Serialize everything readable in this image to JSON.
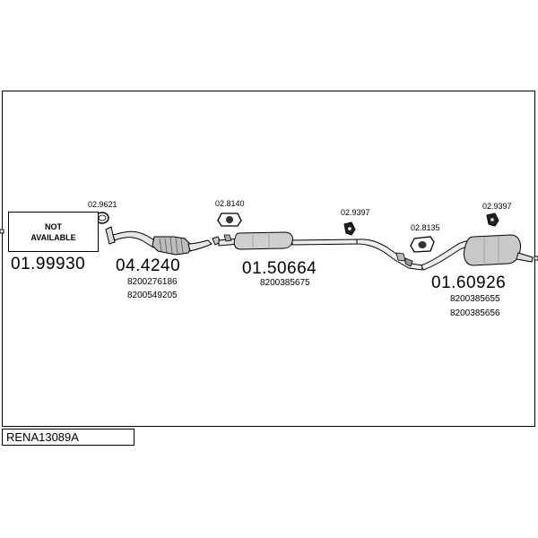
{
  "diagram": {
    "code": "RENA13089A",
    "not_available": "NOT AVAILABLE",
    "parts": [
      {
        "number": "01.99930"
      },
      {
        "number": "04.4240",
        "oem": [
          "8200276186",
          "8200549205"
        ]
      },
      {
        "number": "01.50664",
        "oem": [
          "8200385675"
        ]
      },
      {
        "number": "01.60926",
        "oem": [
          "8200385655",
          "8200385656"
        ]
      }
    ],
    "accessories": [
      "02.9621",
      "02.8140",
      "02.9397",
      "02.8135",
      "02.9397"
    ]
  }
}
